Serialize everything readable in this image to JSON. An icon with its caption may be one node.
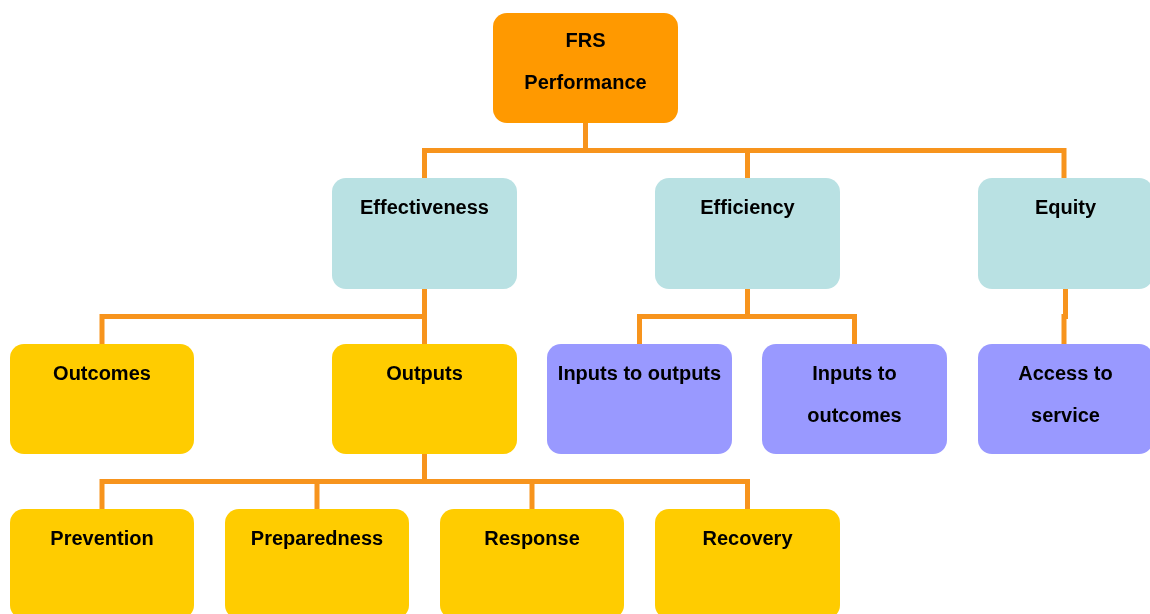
{
  "diagram": {
    "nodes": [
      {
        "text": [
          "FRS Performance"
        ]
      },
      {
        "text": [
          "Effectiveness"
        ]
      },
      {
        "text": [
          "Efficiency"
        ]
      },
      {
        "text": [
          "Equity"
        ]
      },
      {
        "text": [
          "Outcomes"
        ]
      },
      {
        "text": [
          "Outputs"
        ]
      },
      {
        "text": [
          "Inputs to outputs"
        ]
      },
      {
        "text": [
          "Inputs to outcomes"
        ]
      },
      {
        "text": [
          "Access to service"
        ]
      },
      {
        "text": [
          "Prevention"
        ]
      },
      {
        "text": [
          "Preparedness"
        ]
      },
      {
        "text": [
          "Response"
        ]
      },
      {
        "text": [
          "Recovery"
        ]
      }
    ],
    "edges": [
      {
        "from": 0,
        "to": 1,
        "arrow": "none"
      },
      {
        "from": 0,
        "to": 2,
        "arrow": "none"
      },
      {
        "from": 0,
        "to": 3,
        "arrow": "none"
      },
      {
        "from": 1,
        "to": 4,
        "arrow": "none"
      },
      {
        "from": 1,
        "to": 5,
        "arrow": "none"
      },
      {
        "from": 2,
        "to": 6,
        "arrow": "none"
      },
      {
        "from": 2,
        "to": 7,
        "arrow": "none"
      },
      {
        "from": 3,
        "to": 8,
        "arrow": "none"
      },
      {
        "from": 5,
        "to": 9,
        "arrow": "none"
      },
      {
        "from": 5,
        "to": 10,
        "arrow": "none"
      },
      {
        "from": 5,
        "to": 11,
        "arrow": "none"
      },
      {
        "from": 5,
        "to": 12,
        "arrow": "none"
      }
    ]
  }
}
